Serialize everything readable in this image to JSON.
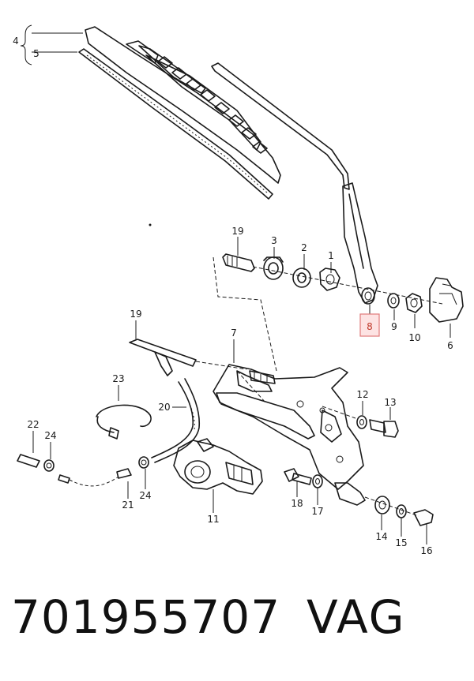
{
  "callouts": [
    "4",
    "5",
    "19",
    "3",
    "2",
    "1",
    "8",
    "9",
    "10",
    "6",
    "7",
    "12",
    "13",
    "23",
    "20",
    "22",
    "24",
    "21",
    "24",
    "11",
    "18",
    "17",
    "14",
    "15",
    "16",
    "19"
  ],
  "highlighted_callout": "8",
  "footer": {
    "part_number": "701955707",
    "brand": "VAG"
  },
  "colors": {
    "line": "#1a1a1a",
    "highlight_fill": "#fde3e3",
    "highlight_stroke": "#e07a7a",
    "highlight_text": "#c0392b"
  }
}
